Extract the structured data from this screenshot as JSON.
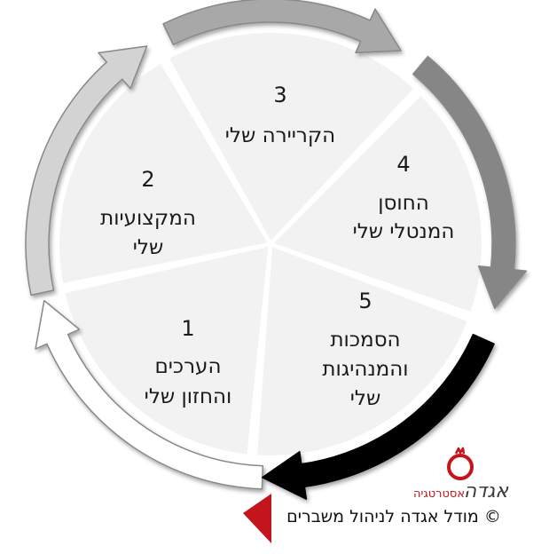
{
  "segments": [
    {
      "number": "1",
      "line1": "הערכים",
      "line2": "והחזון שלי",
      "line3": "",
      "arrow_color": "#ffffff"
    },
    {
      "number": "2",
      "line1": "המקצועיות",
      "line2": "שלי",
      "line3": "",
      "arrow_color": "#d3d3d3"
    },
    {
      "number": "3",
      "line1": "הקריירה שלי",
      "line2": "",
      "line3": "",
      "arrow_color": "#a8a8a8"
    },
    {
      "number": "4",
      "line1": "החוסן",
      "line2": "המנטלי שלי",
      "line3": "",
      "arrow_color": "#868686"
    },
    {
      "number": "5",
      "line1": "הסמכות",
      "line2": "והמנהיגות",
      "line3": "שלי",
      "arrow_color": "#000000"
    }
  ],
  "logo": {
    "brand": "אגדה",
    "sub": "אסטרטגיה",
    "color": "#c4141c"
  },
  "copyright": "© מודל אגדה לניהול משברים",
  "colors": {
    "pie_fill": "#f3f2f3",
    "arrow_outline": "#888888",
    "accent_red": "#c4141c"
  }
}
